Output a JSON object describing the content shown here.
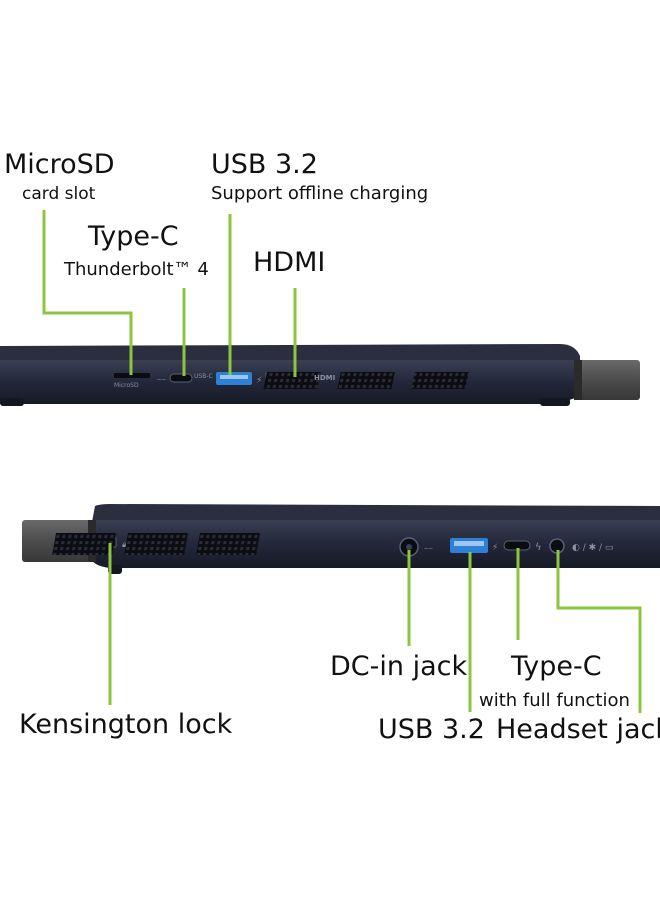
{
  "top_view": {
    "microsd": {
      "title": "MicroSD",
      "subtitle": "card slot",
      "port_text": "MicroSD"
    },
    "type_c": {
      "title": "Type-C",
      "subtitle": "Thunderbolt™ 4",
      "port_text": "USB-C"
    },
    "usb": {
      "title": "USB 3.2",
      "subtitle": "Support offline charging"
    },
    "hdmi": {
      "title": "HDMI",
      "port_text": "HDMI"
    }
  },
  "bottom_view": {
    "kensington": {
      "title": "Kensington lock"
    },
    "dc_in": {
      "title": "DC-in jack"
    },
    "usb": {
      "title": "USB 3.2"
    },
    "type_c": {
      "title": "Type-C",
      "subtitle": "with full function"
    },
    "headset": {
      "title": "Headset jack"
    }
  },
  "colors": {
    "callout_line": "#8cc63f",
    "chassis": "#1f2230",
    "usb_port": "#2e7fd6",
    "hinge": "#4a4a4a"
  }
}
